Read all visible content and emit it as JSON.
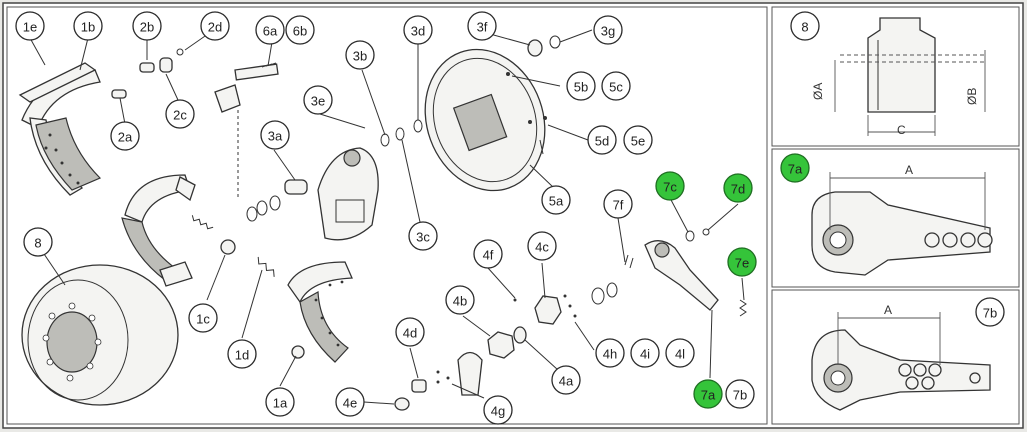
{
  "labels": {
    "1e": "1e",
    "1b": "1b",
    "2b": "2b",
    "2d": "2d",
    "6a": "6a",
    "6b": "6b",
    "3b": "3b",
    "3d": "3d",
    "3f": "3f",
    "3g": "3g",
    "2a": "2a",
    "2c": "2c",
    "3e": "3e",
    "5b": "5b",
    "5c": "5c",
    "3a": "3a",
    "5d": "5d",
    "5e": "5e",
    "5a": "5a",
    "3c": "3c",
    "8": "8",
    "1c": "1c",
    "1d": "1d",
    "1a": "1a",
    "4f": "4f",
    "4c": "4c",
    "4b": "4b",
    "4d": "4d",
    "4e": "4e",
    "4g": "4g",
    "4a": "4a",
    "4h": "4h",
    "4i": "4i",
    "4l": "4l",
    "7f": "7f",
    "7c": "7c",
    "7d": "7d",
    "7e": "7e",
    "7a": "7a",
    "7b": "7b"
  },
  "inset_drum": {
    "label": "8",
    "dim_a": "ØA",
    "dim_b": "ØB",
    "dim_c": "C"
  },
  "inset_7a": {
    "label": "7a",
    "dim_a": "A"
  },
  "inset_7b": {
    "label": "7b",
    "dim_a": "A"
  },
  "colors": {
    "highlight": "#35c43a",
    "background": "#e9e9e6",
    "line": "#333333"
  }
}
